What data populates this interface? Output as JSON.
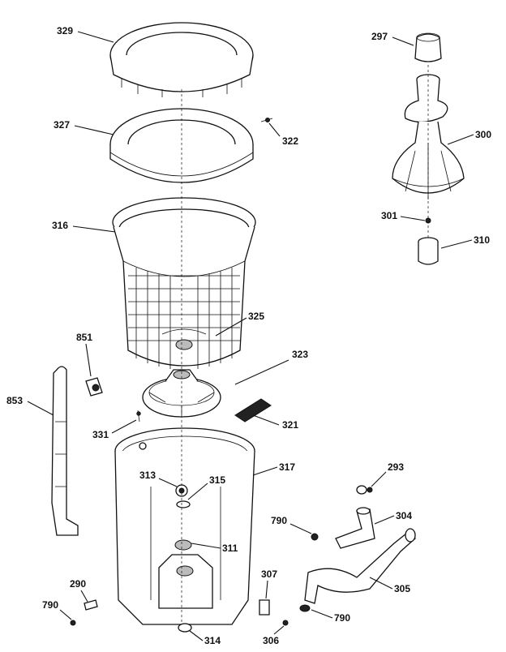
{
  "labels": {
    "p329": "329",
    "p327": "327",
    "p322": "322",
    "p316": "316",
    "p325": "325",
    "p323": "323",
    "p851": "851",
    "p853": "853",
    "p331": "331",
    "p321": "321",
    "p313": "313",
    "p315": "315",
    "p317": "317",
    "p311": "311",
    "p290": "290",
    "p790a": "790",
    "p314": "314",
    "p307": "307",
    "p306": "306",
    "p790b": "790",
    "p790c": "790",
    "p305": "305",
    "p304": "304",
    "p293": "293",
    "p297": "297",
    "p300": "300",
    "p301": "301",
    "p310": "310"
  }
}
